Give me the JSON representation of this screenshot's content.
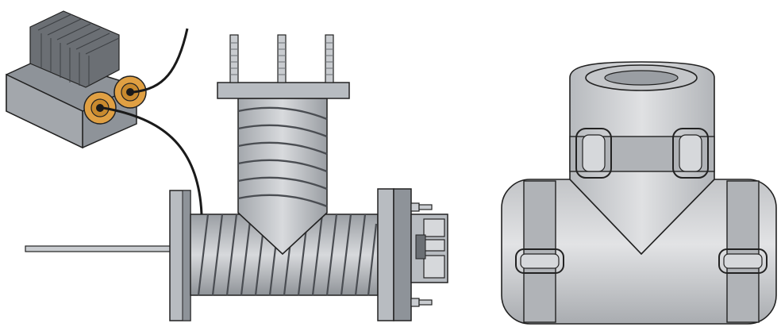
{
  "figure": {
    "panels": [
      {
        "id": "left",
        "subject": "heat-traced-pipe-tee-with-controller"
      },
      {
        "id": "right",
        "subject": "insulation-jacket-with-straps"
      }
    ],
    "colors": {
      "background": "#ffffff",
      "metal_light": "#d6d8db",
      "metal_mid": "#b8bcc1",
      "metal_dark": "#8e9399",
      "heatsink": "#6b6f74",
      "gland_orange": "#e0a043",
      "cable": "#1a1a1a",
      "outline": "#222222",
      "jacket_light": "#d9dadc",
      "jacket_mid": "#bfc1c4",
      "strap": "#a9acb0"
    }
  }
}
